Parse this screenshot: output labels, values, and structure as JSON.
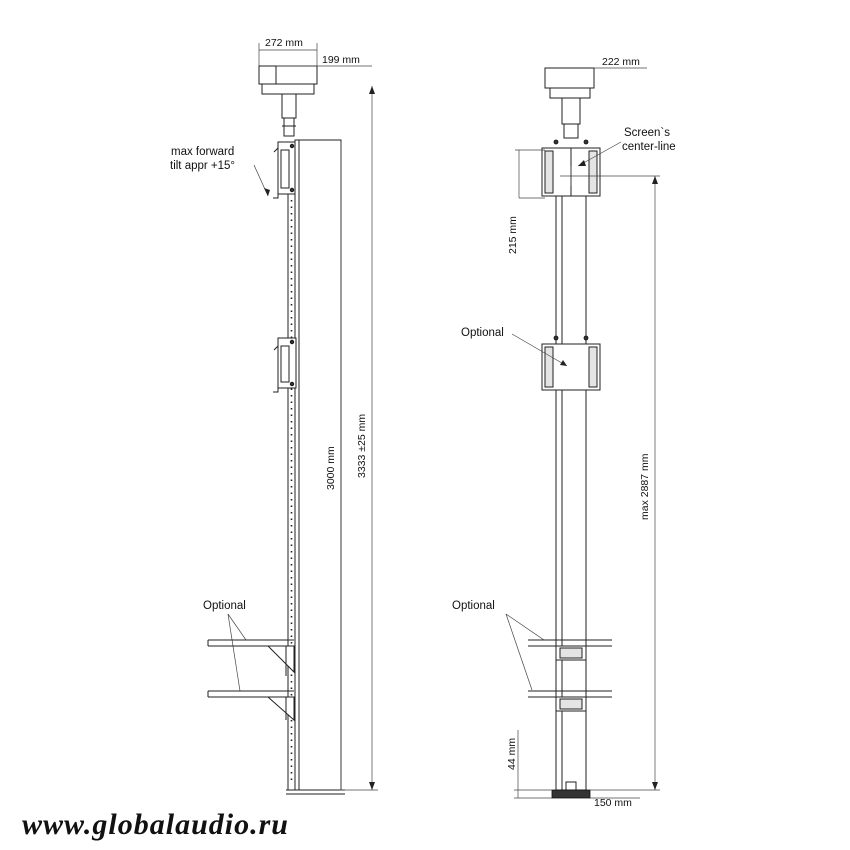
{
  "labels": {
    "dim_272": "272 mm",
    "dim_199": "199 mm",
    "tilt_line1": "max forward",
    "tilt_line2": "tilt appr +15°",
    "dim_3000": "3000 mm",
    "dim_3333": "3333 ±25 mm",
    "optional_left": "Optional",
    "dim_222": "222 mm",
    "screen_line1": "Screen`s",
    "screen_line2": "center-line",
    "dim_215": "215 mm",
    "optional_mid": "Optional",
    "dim_2887": "max 2887 mm",
    "optional_right": "Optional",
    "dim_44": "44 mm",
    "dim_150": "150 mm"
  },
  "watermark": "www.globalaudio.ru",
  "colors": {
    "line": "#222222",
    "background": "#ffffff"
  }
}
